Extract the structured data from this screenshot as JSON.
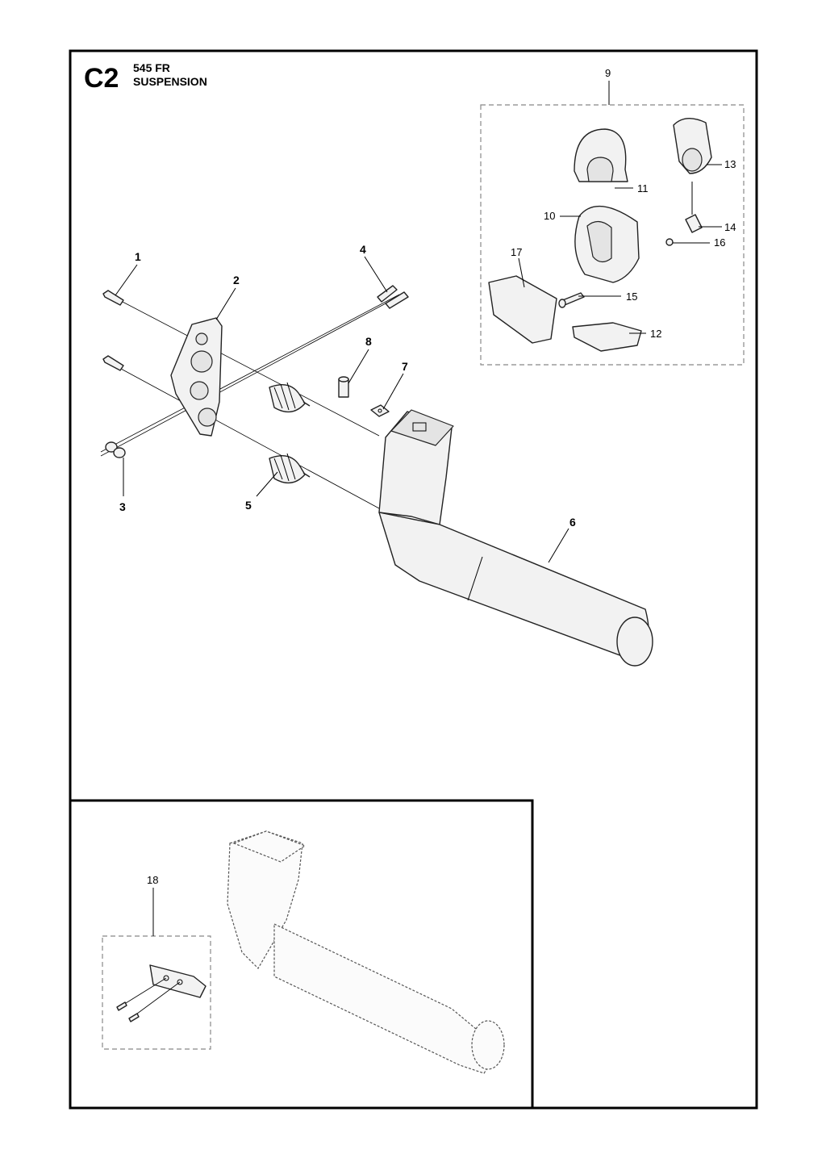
{
  "header": {
    "code": "C2",
    "model": "545 FR",
    "section": "SUSPENSION"
  },
  "callouts": {
    "c1": "1",
    "c2": "2",
    "c3": "3",
    "c4": "4",
    "c5": "5",
    "c6": "6",
    "c7": "7",
    "c8": "8",
    "c9": "9",
    "c10": "10",
    "c11": "11",
    "c12": "12",
    "c13": "13",
    "c14": "14",
    "c15": "15",
    "c16": "16",
    "c17": "17",
    "c18": "18"
  }
}
